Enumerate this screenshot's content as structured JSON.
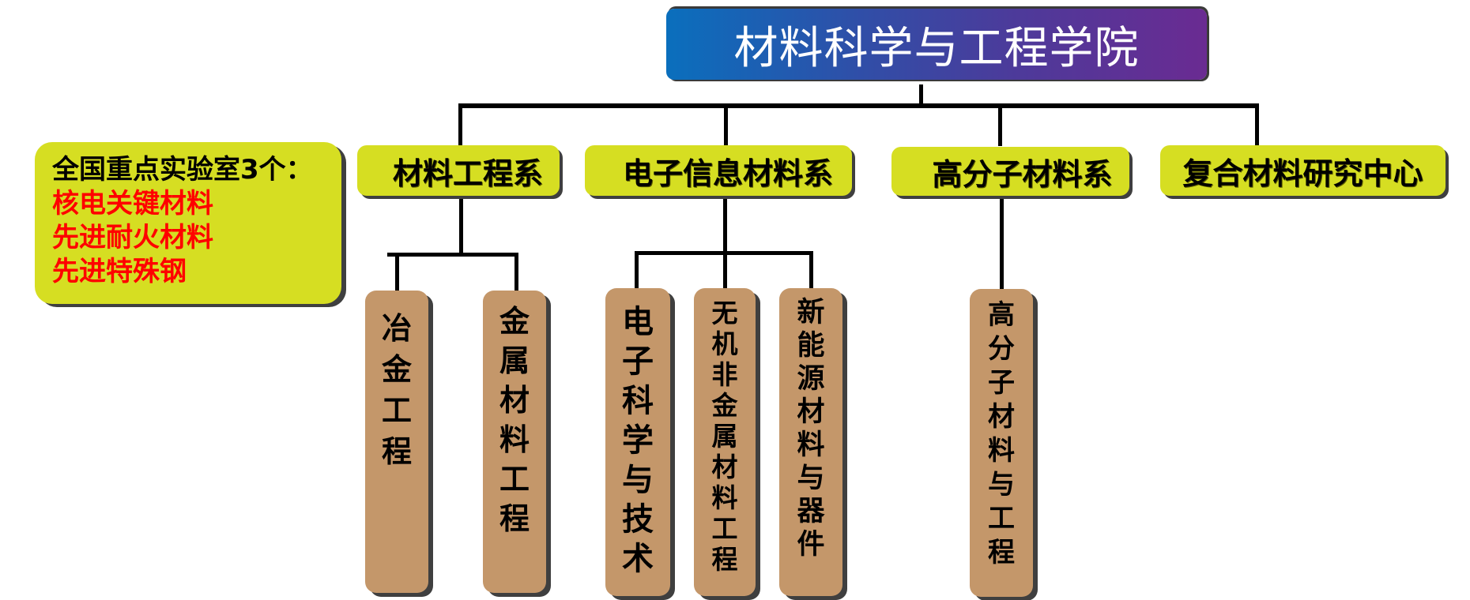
{
  "title": "材料科学与工程学院",
  "lab_info": {
    "heading": "全国重点实验室3个：",
    "labs": [
      "核电关键材料",
      "先进耐火材料",
      "先进特殊钢"
    ]
  },
  "departments": [
    {
      "name": "材料工程系",
      "programs": [
        "冶金工程",
        "金属材料工程"
      ]
    },
    {
      "name": "电子信息材料系",
      "programs": [
        "电子科学与技术",
        "无机非金属材料工程",
        "新能源材料与器件"
      ]
    },
    {
      "name": "高分子材料系",
      "programs": [
        "高分子材料与工程"
      ]
    },
    {
      "name": "复合材料研究中心",
      "programs": []
    }
  ],
  "colors": {
    "title_gradient_start": "#0a6fbd",
    "title_gradient_end": "#6a2b92",
    "department_fill": "#d6de22",
    "program_fill": "#c4976a",
    "lab_text": "#ff0000",
    "connector": "#000000"
  }
}
